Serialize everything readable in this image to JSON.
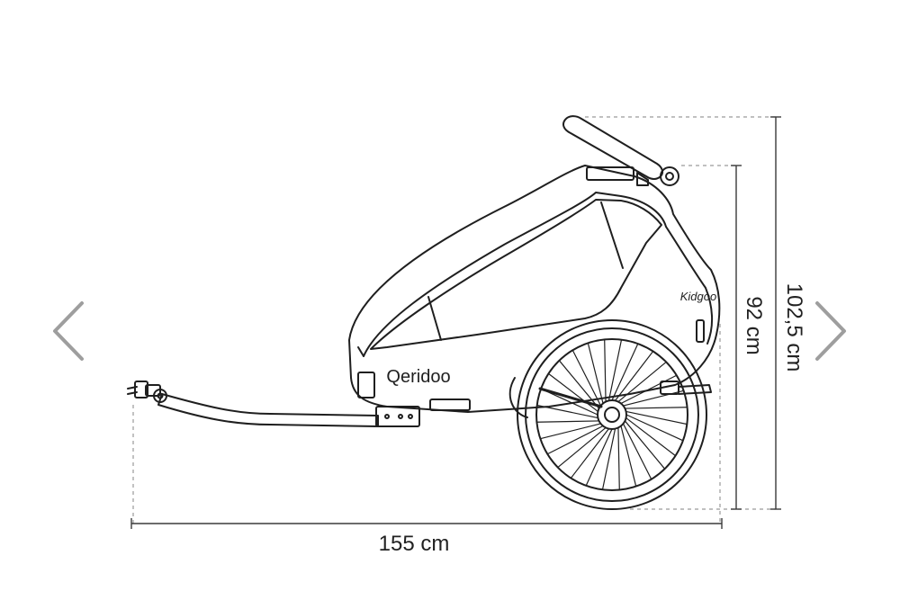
{
  "carousel": {
    "prev_icon": "chevron-left-icon",
    "next_icon": "chevron-right-icon",
    "arrow_color": "#9e9e9e"
  },
  "diagram": {
    "brand_label": "Qeridoo",
    "model_label": "Kidgoo",
    "line_color": "#1f1f1f",
    "dashed_color": "#9a9a9a"
  },
  "dimensions": {
    "length_label": "155 cm",
    "height_label": "92 cm",
    "total_height_label": "102,5 cm"
  }
}
